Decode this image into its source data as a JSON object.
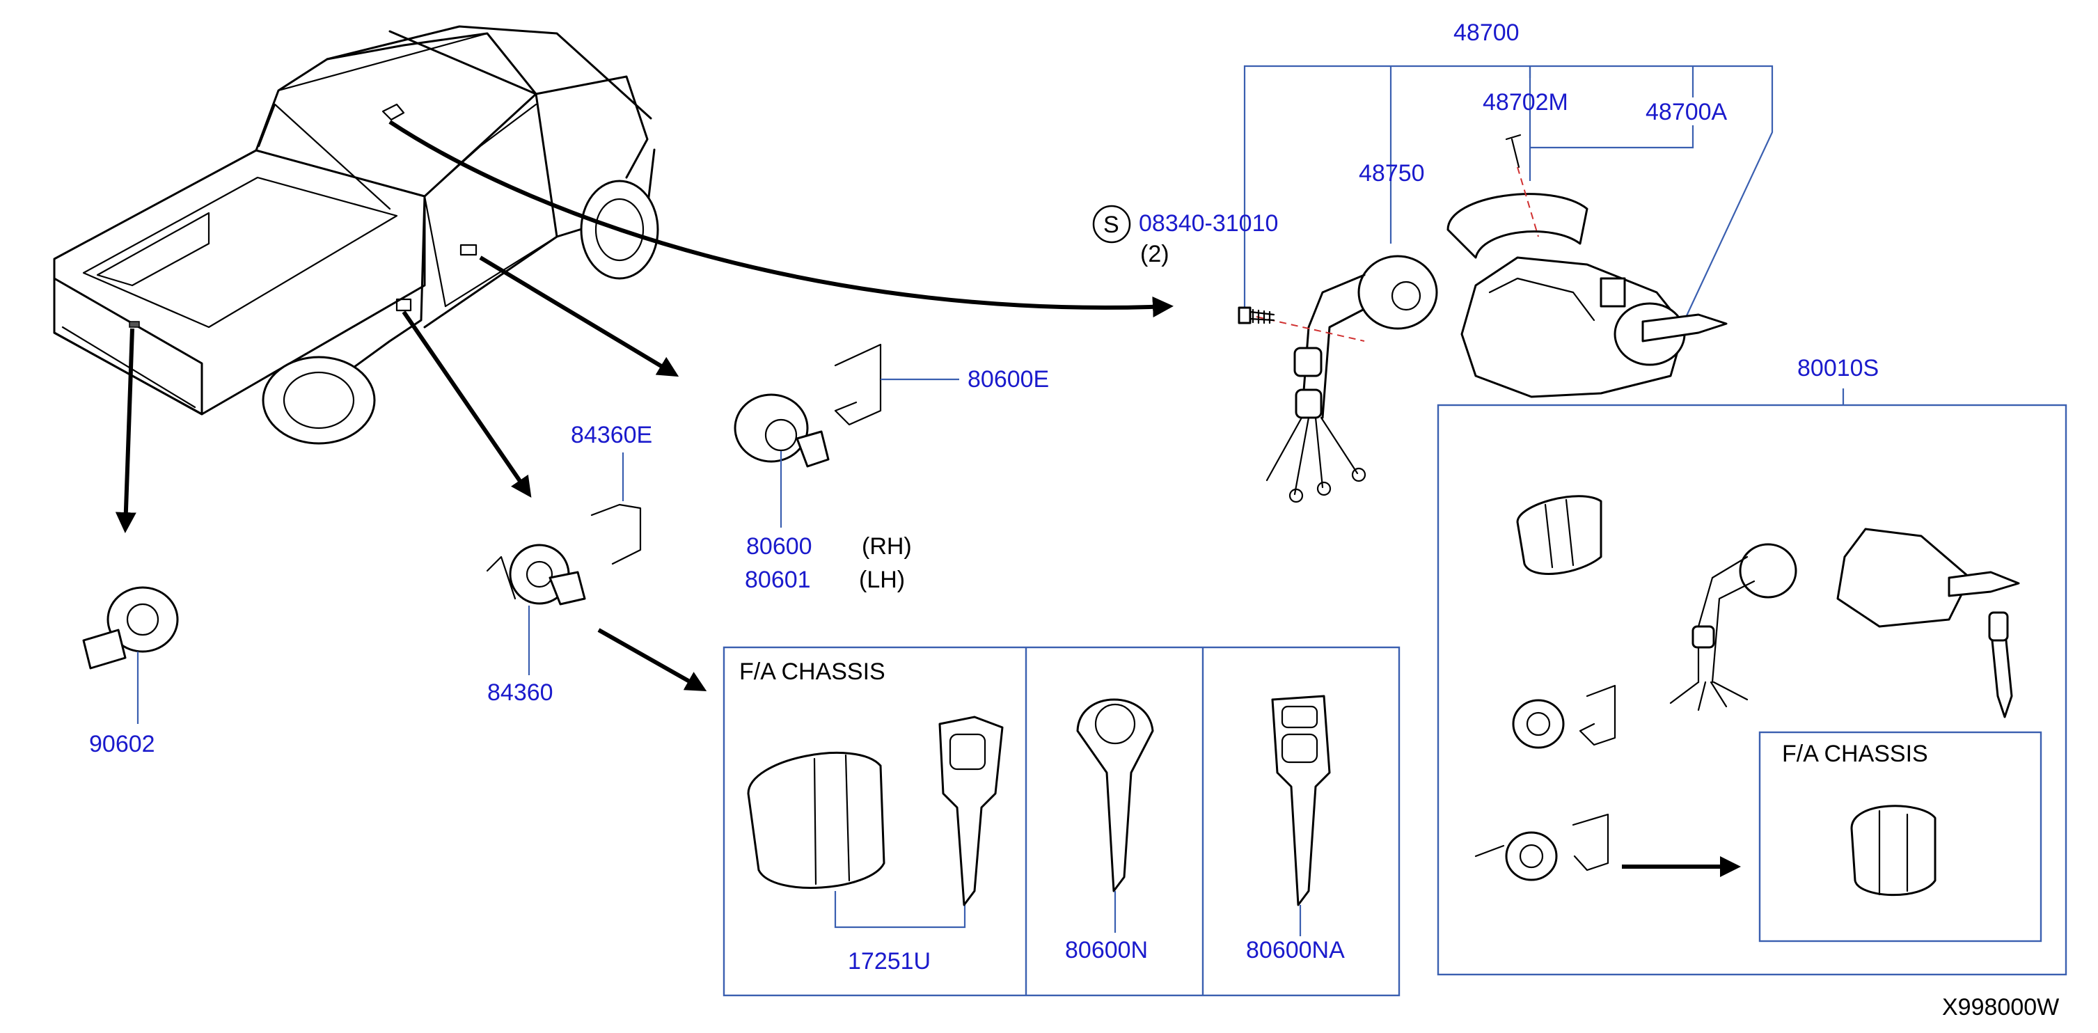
{
  "colors": {
    "part_number": "#1a1acc",
    "leader": "#3a5fb0",
    "line": "#000000",
    "dashed": "#d03030"
  },
  "labels": {
    "p48700": "48700",
    "p48702M": "48702M",
    "p48700A": "48700A",
    "p48750": "48750",
    "p08340": "08340-31010",
    "s_marker": "S",
    "qty2": "(2)",
    "p80010S": "80010S",
    "p80600E": "80600E",
    "p84360E": "84360E",
    "p80600": "80600",
    "rh": "(RH)",
    "p80601": "80601",
    "lh": "(LH)",
    "p84360": "84360",
    "p90602": "90602",
    "fa_chassis_1": "F/A   CHASSIS",
    "p17251U": "17251U",
    "p80600N": "80600N",
    "p80600NA": "80600NA",
    "fa_chassis_2": "F/A   CHASSIS",
    "diagram_id": "X998000W"
  },
  "icons": [
    "pickup-truck-illustration",
    "ignition-switch-icon",
    "door-lock-cylinder-icon",
    "key-icon",
    "bolt-icon",
    "bracket-icon",
    "tailgate-lock-icon"
  ]
}
